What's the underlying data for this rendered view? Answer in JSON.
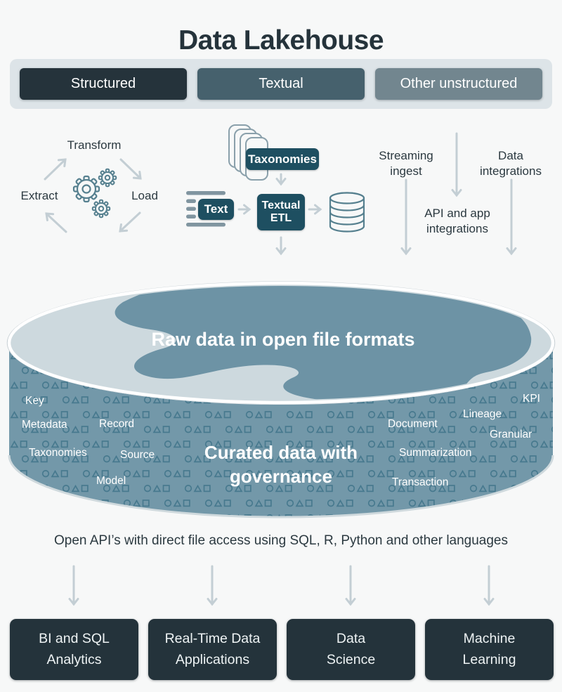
{
  "title": "Data Lakehouse",
  "palette": {
    "bg": "#f7f8f8",
    "ink": "#25333b",
    "dark-box": "#24333b",
    "teal": "#1e4f61",
    "tab2": "#46616d",
    "tab3": "#72868f",
    "tray": "#dde4e8",
    "arrow-color": "#c3ced4",
    "lake-rim": "#cdd9de",
    "lake-blob": "#6d93a5",
    "lake-body": "#7398a9",
    "pattern-glyph": "#47798e"
  },
  "icons": {
    "gears": "gears-icon",
    "database": "database-icon",
    "document_stack": "document-stack-icon",
    "text_lines": "text-lines-icon"
  },
  "source_tabs": [
    {
      "label": "Structured"
    },
    {
      "label": "Textual"
    },
    {
      "label": "Other unstructured"
    }
  ],
  "etl_cycle": {
    "top": "Transform",
    "left": "Extract",
    "right": "Load"
  },
  "textual_pipeline": {
    "taxonomies_label": "Taxonomies",
    "text_label": "Text",
    "etl_line1": "Textual",
    "etl_line2": "ETL"
  },
  "ingest": {
    "streaming_line1": "Streaming",
    "streaming_line2": "ingest",
    "api_line1": "API and app",
    "api_line2": "integrations",
    "data_line1": "Data",
    "data_line2": "integrations"
  },
  "lake": {
    "raw_title": "Raw data in open file formats",
    "curated_line1": "Curated data with",
    "curated_line2": "governance",
    "tags": [
      "Key",
      "Metadata",
      "Record",
      "Taxonomies",
      "Source",
      "Model",
      "Document",
      "Lineage",
      "KPI",
      "Granular",
      "Summarization",
      "Transaction"
    ]
  },
  "open_api_line": "Open API’s with direct file access using SQL, R, Python and other languages",
  "consumers": [
    {
      "line1": "BI and SQL",
      "line2": "Analytics"
    },
    {
      "line1": "Real-Time Data",
      "line2": "Applications"
    },
    {
      "line1": "Data",
      "line2": "Science"
    },
    {
      "line1": "Machine",
      "line2": "Learning"
    }
  ]
}
